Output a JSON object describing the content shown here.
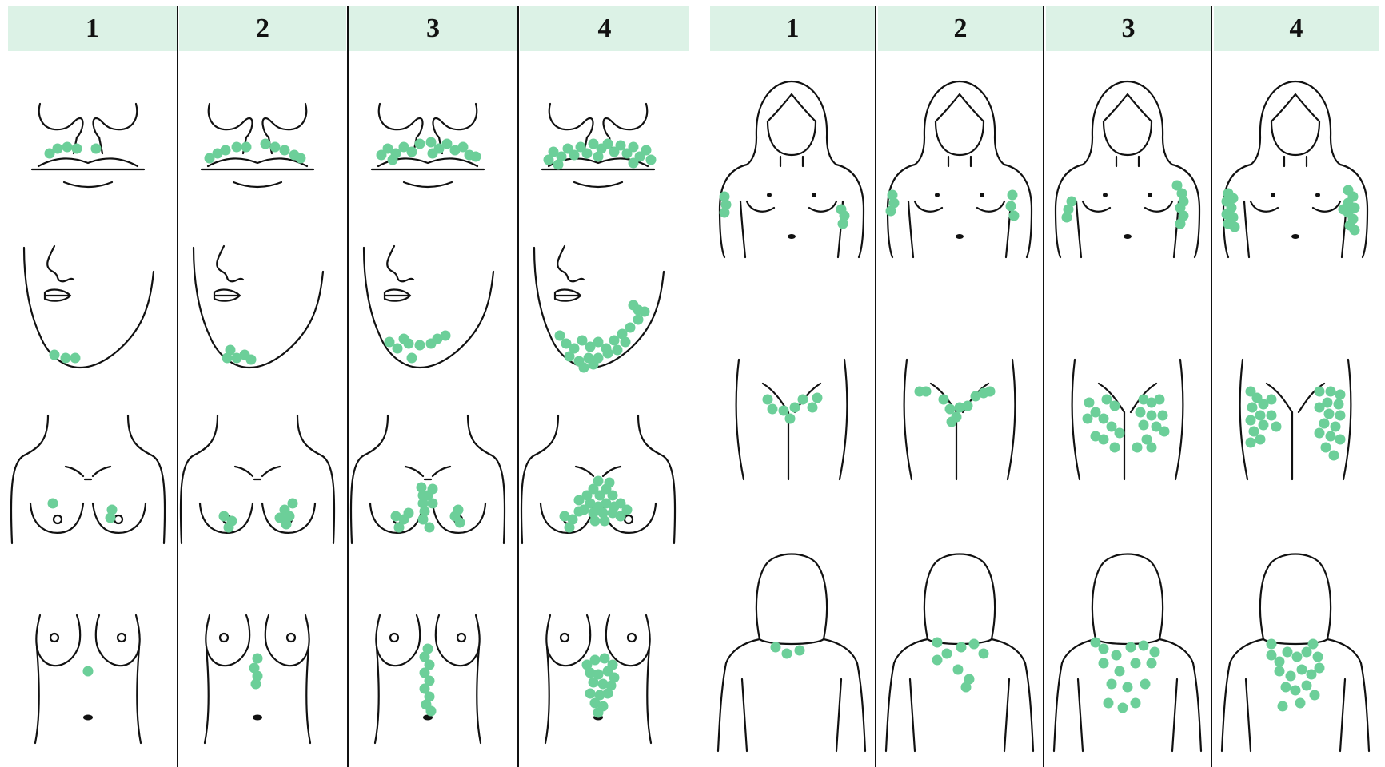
{
  "left_panel": {
    "columns": [
      {
        "label": "1"
      },
      {
        "label": "2"
      },
      {
        "label": "3"
      },
      {
        "label": "4"
      }
    ],
    "rows": [
      "upper-lip",
      "chin",
      "chest",
      "upper-abdomen"
    ]
  },
  "right_panel": {
    "columns": [
      {
        "label": "1"
      },
      {
        "label": "2"
      },
      {
        "label": "3"
      },
      {
        "label": "4"
      }
    ],
    "rows": [
      "arm",
      "thigh",
      "upper-back"
    ]
  },
  "colors": {
    "header_bg": "#dcf2e6",
    "hair_dot": "#6ccf99",
    "line": "#111111"
  }
}
